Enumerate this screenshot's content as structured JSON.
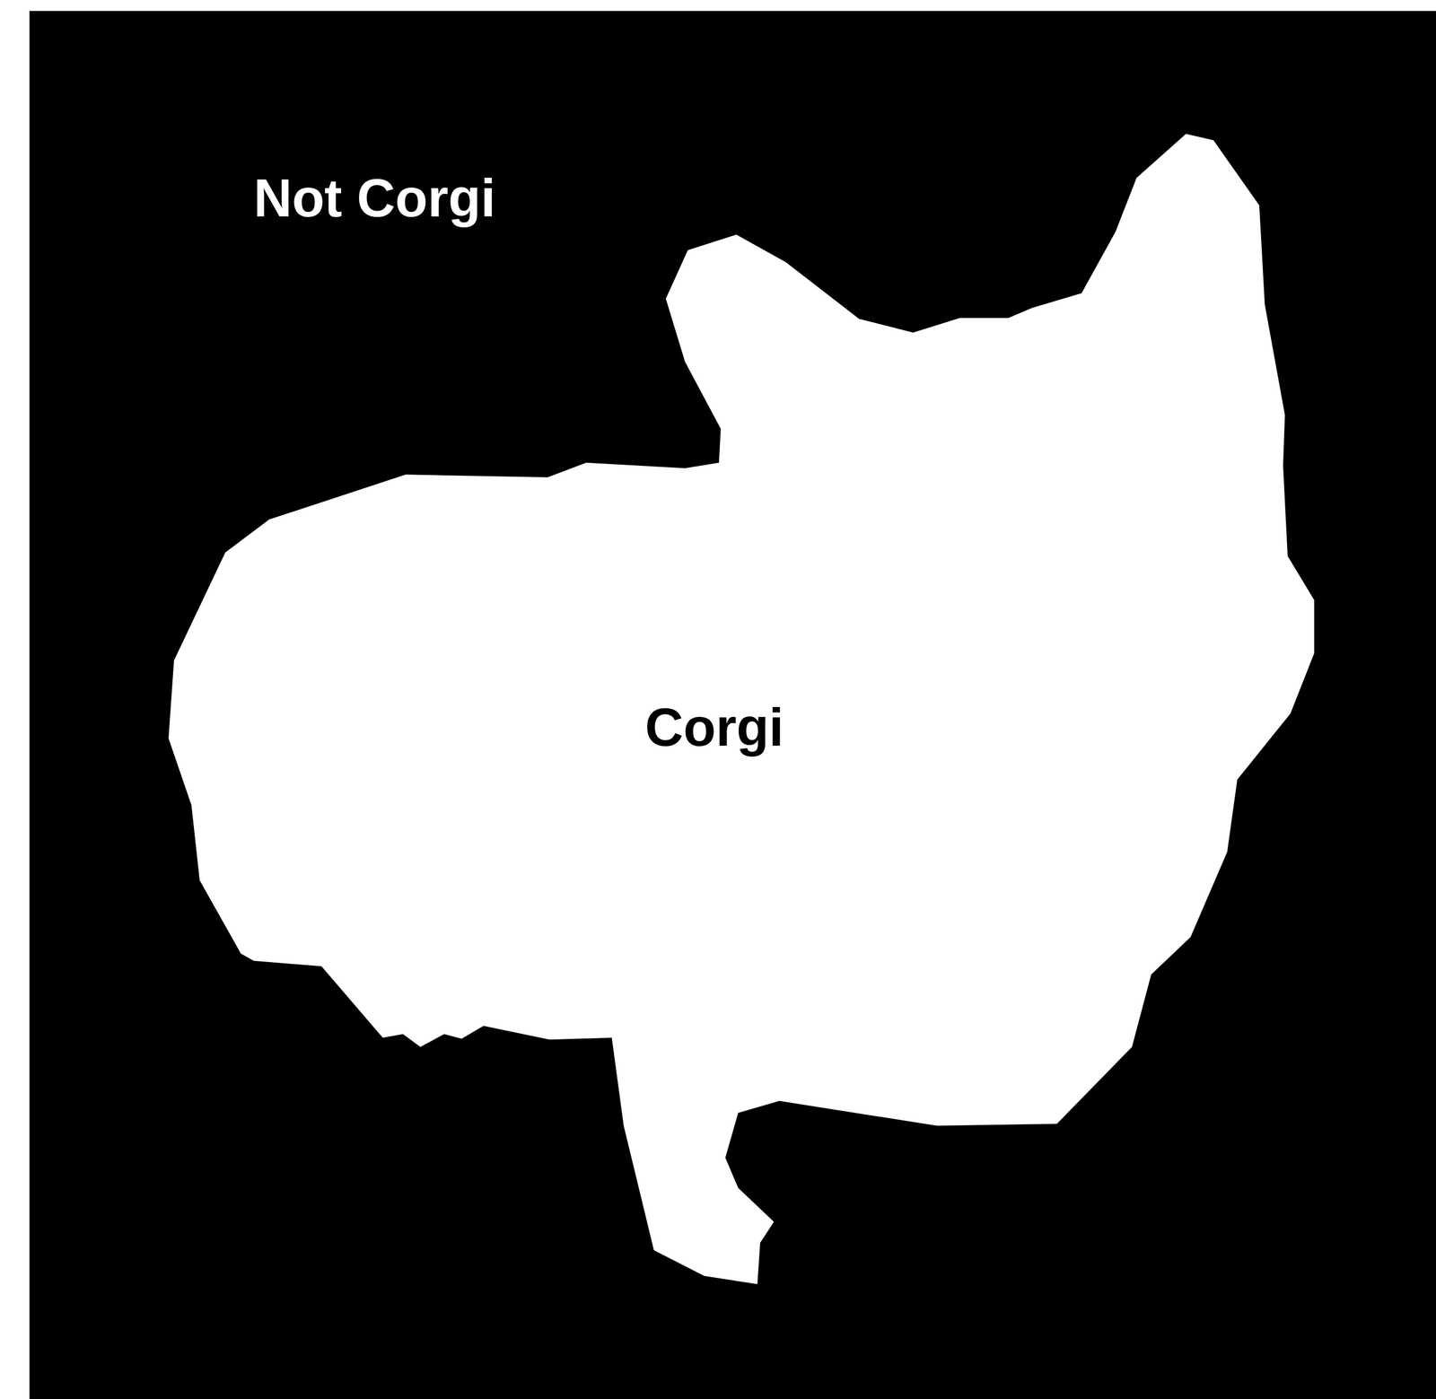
{
  "diagram": {
    "nodes": [
      {
        "text": [
          "Not Corgi"
        ]
      },
      {
        "text": [
          "Corgi"
        ],
        "in": 0
      }
    ]
  }
}
